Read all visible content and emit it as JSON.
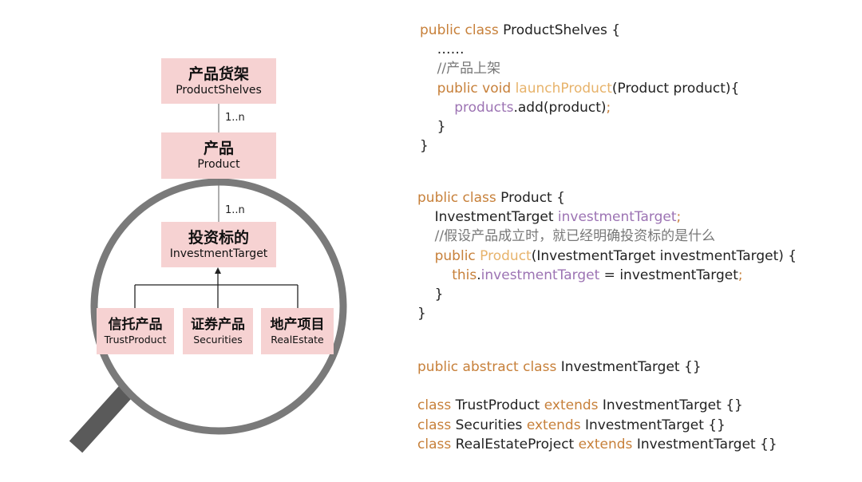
{
  "diagram": {
    "boxes": {
      "product_shelves": {
        "zh": "产品货架",
        "en": "ProductShelves"
      },
      "product": {
        "zh": "产品",
        "en": "Product"
      },
      "investment_target": {
        "zh": "投资标的",
        "en": "InvestmentTarget"
      },
      "trust_product": {
        "zh": "信托产品",
        "en": "TrustProduct"
      },
      "securities": {
        "zh": "证券产品",
        "en": "Securities"
      },
      "real_estate": {
        "zh": "地产项目",
        "en": "RealEstate"
      }
    },
    "multiplicity": {
      "shelves_product": "1..n",
      "product_target": "1..n"
    },
    "icons": {
      "magnifier": "magnifying-glass-icon"
    }
  },
  "code": {
    "block1": [
      [
        {
          "t": "public class ",
          "c": "kw"
        },
        {
          "t": "ProductShelves {",
          "c": "pl"
        }
      ],
      [
        {
          "t": "    ……",
          "c": "pl"
        }
      ],
      [
        {
          "t": "    //产品上架",
          "c": "cm"
        }
      ],
      [
        {
          "t": "    public void ",
          "c": "kw"
        },
        {
          "t": "launchProduct",
          "c": "fn"
        },
        {
          "t": "(Product product){",
          "c": "pl"
        }
      ],
      [
        {
          "t": "        ",
          "c": "pl"
        },
        {
          "t": "products",
          "c": "fld"
        },
        {
          "t": ".add(product)",
          "c": "pl"
        },
        {
          "t": ";",
          "c": "kw"
        }
      ],
      [
        {
          "t": "    }",
          "c": "pl"
        }
      ],
      [
        {
          "t": "}",
          "c": "pl"
        }
      ]
    ],
    "block2": [
      [
        {
          "t": "public class ",
          "c": "kw"
        },
        {
          "t": "Product {",
          "c": "pl"
        }
      ],
      [
        {
          "t": "    InvestmentTarget ",
          "c": "pl"
        },
        {
          "t": "investmentTarget",
          "c": "fld"
        },
        {
          "t": ";",
          "c": "kw"
        }
      ],
      [
        {
          "t": "    //假设产品成立时，就已经明确投资标的是什么",
          "c": "cm"
        }
      ],
      [
        {
          "t": "    public ",
          "c": "kw"
        },
        {
          "t": "Product",
          "c": "fn"
        },
        {
          "t": "(InvestmentTarget investmentTarget) {",
          "c": "pl"
        }
      ],
      [
        {
          "t": "        ",
          "c": "pl"
        },
        {
          "t": "this",
          "c": "kw"
        },
        {
          "t": ".",
          "c": "pl"
        },
        {
          "t": "investmentTarget",
          "c": "fld"
        },
        {
          "t": " = investmentTarget",
          "c": "pl"
        },
        {
          "t": ";",
          "c": "kw"
        }
      ],
      [
        {
          "t": "    }",
          "c": "pl"
        }
      ],
      [
        {
          "t": "}",
          "c": "pl"
        }
      ]
    ],
    "block3": [
      [
        {
          "t": "public abstract class ",
          "c": "kw"
        },
        {
          "t": "InvestmentTarget {}",
          "c": "pl"
        }
      ],
      [
        {
          "t": " ",
          "c": "pl"
        }
      ],
      [
        {
          "t": "class ",
          "c": "kw"
        },
        {
          "t": "TrustProduct ",
          "c": "pl"
        },
        {
          "t": "extends ",
          "c": "kw"
        },
        {
          "t": "InvestmentTarget {}",
          "c": "pl"
        }
      ],
      [
        {
          "t": "class ",
          "c": "kw"
        },
        {
          "t": "Securities ",
          "c": "pl"
        },
        {
          "t": "extends ",
          "c": "kw"
        },
        {
          "t": "InvestmentTarget {}",
          "c": "pl"
        }
      ],
      [
        {
          "t": "class ",
          "c": "kw"
        },
        {
          "t": "RealEstateProject ",
          "c": "pl"
        },
        {
          "t": "extends ",
          "c": "kw"
        },
        {
          "t": "InvestmentTarget {}",
          "c": "pl"
        }
      ]
    ]
  }
}
